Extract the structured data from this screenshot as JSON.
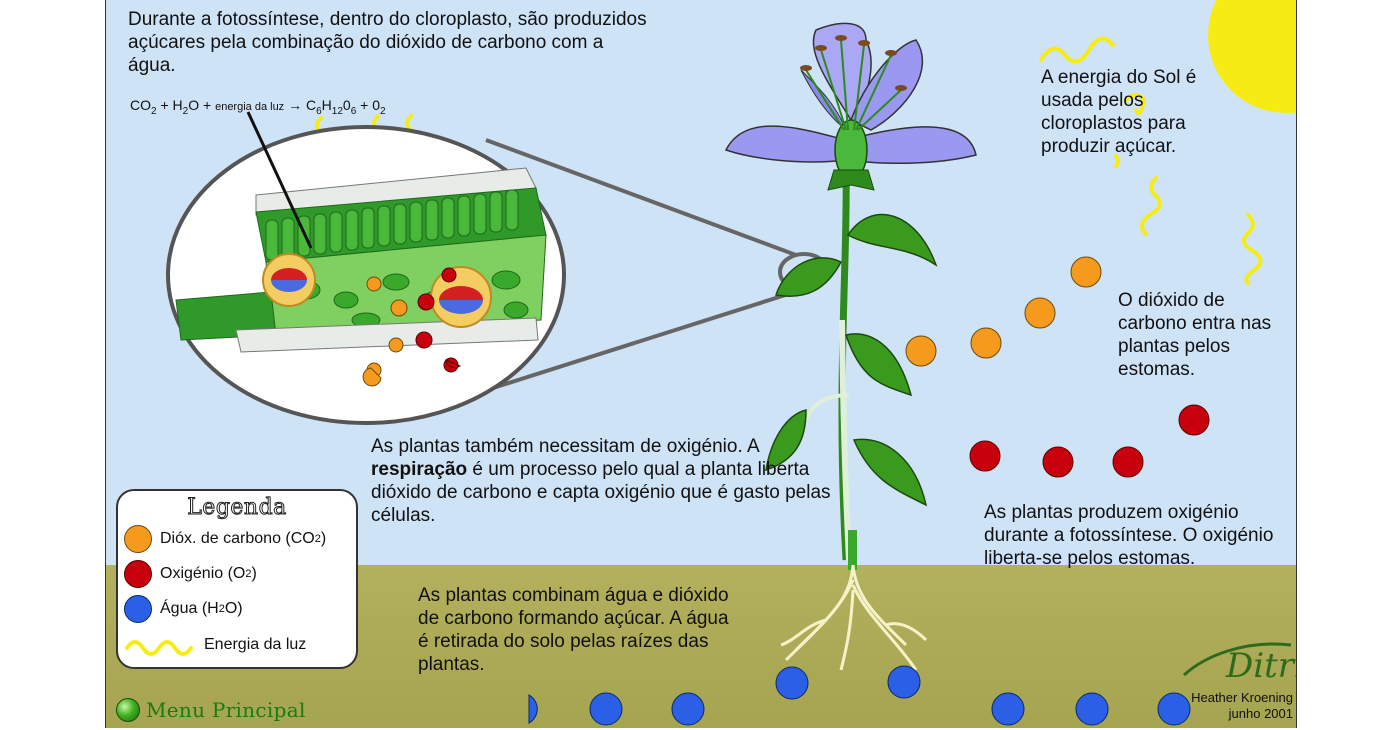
{
  "captions": {
    "top": "Durante a fotossíntese, dentro do cloroplasto, são produzidos açúcares pela combinação do dióxido de carbono com a água.",
    "sun": "A energia do Sol é usada pelos cloroplastos para produzir açúcar.",
    "co2": "O dióxido de carbono entra nas plantas pelos estomas.",
    "respiration_before": "As plantas também necessitam de oxigénio. A",
    "respiration_bold": "respiração",
    "respiration_after": "é um processo pelo qual a planta liberta dióxido de carbono e capta oxigénio que é gasto pelas células.",
    "oxygen": "As plantas produzem oxigénio durante a fotossíntese. O oxigénio liberta-se pelos estomas.",
    "water": "As plantas combinam água e dióxido de carbono formando açúcar. A água é retirada do solo pelas raízes das plantas."
  },
  "equation": {
    "co2": "CO",
    "co2_sub": "2",
    "plus1": " + ",
    "h2o_h": "H",
    "h2o_sub": "2",
    "h2o_o": "O",
    "plus2": " + ",
    "energy": "energia da luz",
    "arrow": " → ",
    "c": "C",
    "c_sub": "6",
    "h": "H",
    "h_sub": "12",
    "o": "0",
    "o_sub": "6",
    "plus3": " + ",
    "o2": "0",
    "o2_sub": "2"
  },
  "legend": {
    "title": "Legenda",
    "items": [
      {
        "label": "Dióx. de carbono (CO",
        "sub": "2",
        "tail": ")",
        "color": "#f59a1c",
        "icon": "co2-dot-icon"
      },
      {
        "label": "Oxigénio (O",
        "sub": "2",
        "tail": ")",
        "color": "#c8000e",
        "icon": "oxygen-dot-icon"
      },
      {
        "label": "Água (H",
        "sub": "2",
        "tail": "O)",
        "color": "#2a5fe6",
        "icon": "water-dot-icon"
      },
      {
        "label": "Energia da luz",
        "sub": "",
        "tail": "",
        "color": "#f6ec14",
        "icon": "light-energy-wave-icon"
      }
    ]
  },
  "menu": {
    "label": "Menu Principal",
    "icon": "green-orb-icon"
  },
  "credit": {
    "logo": "Ditrl",
    "author": "Heather Kroening",
    "date": "junho 2001"
  },
  "colors": {
    "sky": "#cfe3f7",
    "soil": "#afac58",
    "co2": "#f59a1c",
    "oxygen": "#c8000e",
    "water": "#2a5fe6",
    "light": "#f6ec14",
    "petal": "#9a98f0",
    "leaf": "#3a9a1e"
  }
}
